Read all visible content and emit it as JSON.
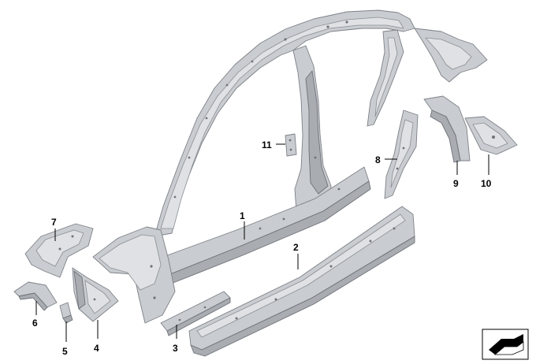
{
  "callouts": [
    {
      "id": "1",
      "label": "1"
    },
    {
      "id": "2",
      "label": "2"
    },
    {
      "id": "3",
      "label": "3"
    },
    {
      "id": "4",
      "label": "4"
    },
    {
      "id": "5",
      "label": "5"
    },
    {
      "id": "6",
      "label": "6"
    },
    {
      "id": "7",
      "label": "7"
    },
    {
      "id": "8",
      "label": "8"
    },
    {
      "id": "9",
      "label": "9"
    },
    {
      "id": "10",
      "label": "10"
    },
    {
      "id": "11",
      "label": "11"
    }
  ],
  "colors": {
    "part_fill": "#c9ccd0",
    "part_edge": "#7d8187",
    "label": "#000000",
    "background": "#ffffff"
  },
  "icons": {
    "corner_symbol": "part-view-icon"
  }
}
